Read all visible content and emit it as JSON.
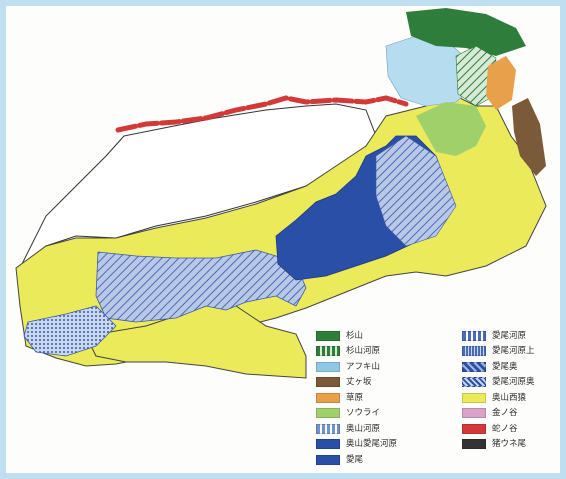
{
  "colors": {
    "yellow": "#eaea5a",
    "darkgreen": "#2f7d3a",
    "lightgreen": "#9fd06a",
    "lightblue": "#b6dcef",
    "navy": "#2a4fa6",
    "hatch_blue": "#7a93c8",
    "red": "#d23a3a",
    "brown": "#7b5a3a",
    "orange": "#e8a04a",
    "white": "#ffffff"
  },
  "legend": {
    "left_column": [
      {
        "label": "杉山",
        "swatch": "#2f7d3a",
        "pattern": "solid",
        "icon": "solid-dark-green-swatch"
      },
      {
        "label": "杉山河原",
        "swatch": "#2f7d3a",
        "pattern": "hatch-green",
        "icon": "striped-green-swatch"
      },
      {
        "label": "アフキ山",
        "swatch": "#8fc8e6",
        "pattern": "solid",
        "icon": "light-blue-swatch"
      },
      {
        "label": "丈ヶ坂",
        "swatch": "#7b5a3a",
        "pattern": "solid",
        "icon": "brown-swatch"
      },
      {
        "label": "草原",
        "swatch": "#e8a04a",
        "pattern": "solid",
        "icon": "orange-swatch"
      },
      {
        "label": "ソウライ",
        "swatch": "#9fd06a",
        "pattern": "solid",
        "icon": "light-green-swatch"
      },
      {
        "label": "奥山河原",
        "swatch": "#6f93d0",
        "pattern": "hatch-light",
        "icon": "striped-light-blue-swatch"
      },
      {
        "label": "奥山愛尾河原",
        "swatch": "#2a4fa6",
        "pattern": "solid",
        "icon": "navy-swatch"
      },
      {
        "label": "愛尾",
        "swatch": "#2a4fa6",
        "pattern": "solid",
        "icon": "navy-swatch-2"
      }
    ],
    "right_column": [
      {
        "label": "愛尾河原",
        "swatch": "#4a6bb8",
        "pattern": "hatch-light",
        "icon": "striped-blue-swatch"
      },
      {
        "label": "愛尾河原上",
        "swatch": "#4a6bb8",
        "pattern": "hatch-dense",
        "icon": "dense-blue-swatch"
      },
      {
        "label": "愛尾奥",
        "swatch": "#2a4fa6",
        "pattern": "hatch-diag",
        "icon": "diagonal-navy-swatch"
      },
      {
        "label": "愛尾河原奥",
        "swatch": "#2a4fa6",
        "pattern": "hatch-cross",
        "icon": "crossed-navy-swatch"
      },
      {
        "label": "奥山西猿",
        "swatch": "#eaea5a",
        "pattern": "solid",
        "icon": "yellow-swatch"
      },
      {
        "label": "金ノ谷",
        "swatch": "#d9a3c9",
        "pattern": "solid",
        "icon": "pink-swatch"
      },
      {
        "label": "蛇ノ谷",
        "swatch": "#d23a3a",
        "pattern": "solid",
        "icon": "red-swatch"
      },
      {
        "label": "猪ウネ尾",
        "swatch": "#333333",
        "pattern": "solid",
        "icon": "black-swatch"
      }
    ]
  }
}
